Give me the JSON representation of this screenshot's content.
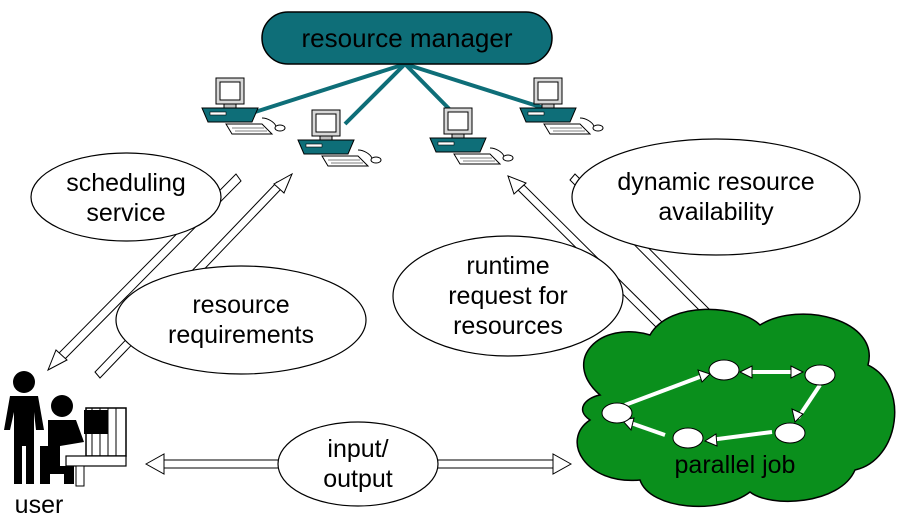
{
  "diagram": {
    "resource_manager": {
      "label": "resource manager",
      "fill": "#0e6e78"
    },
    "labels": {
      "scheduling_service": [
        "scheduling",
        "service"
      ],
      "resource_requirements": [
        "resource",
        "requirements"
      ],
      "dynamic_resource_availability": [
        "dynamic resource",
        "availability"
      ],
      "runtime_request": [
        "runtime",
        "request for",
        "resources"
      ],
      "input_output": [
        "input/",
        "output"
      ],
      "parallel_job": "parallel job",
      "user": "user"
    },
    "colors": {
      "link": "#0e6e78",
      "cloud": "#0a8f1c",
      "computer_body": "#0e6e78",
      "node": "#ffffff"
    },
    "icons": [
      "computer-icon",
      "user-at-desk-icon",
      "cloud-icon"
    ]
  }
}
